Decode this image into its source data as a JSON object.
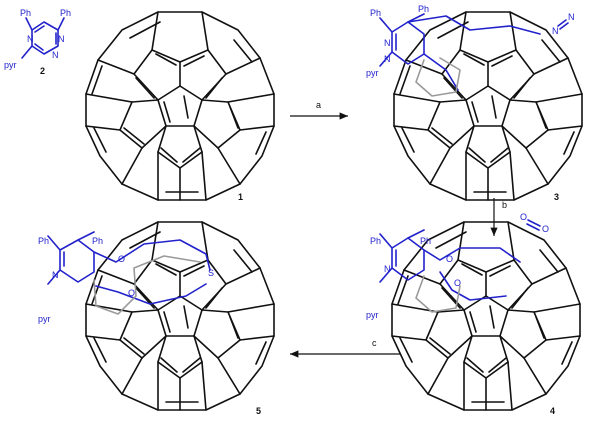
{
  "compounds": {
    "c1": "1",
    "c2": "2",
    "c3": "3",
    "c4": "4",
    "c5": "5"
  },
  "steps": {
    "a": "a",
    "b": "b",
    "c": "c"
  },
  "atoms": {
    "ph": "Ph",
    "pyr": "pyr",
    "n": "N",
    "o": "O",
    "s": "S"
  },
  "colors": {
    "bond_black": "#111111",
    "bond_blue": "#2222cc",
    "bond_gray": "#9a9a9a"
  }
}
